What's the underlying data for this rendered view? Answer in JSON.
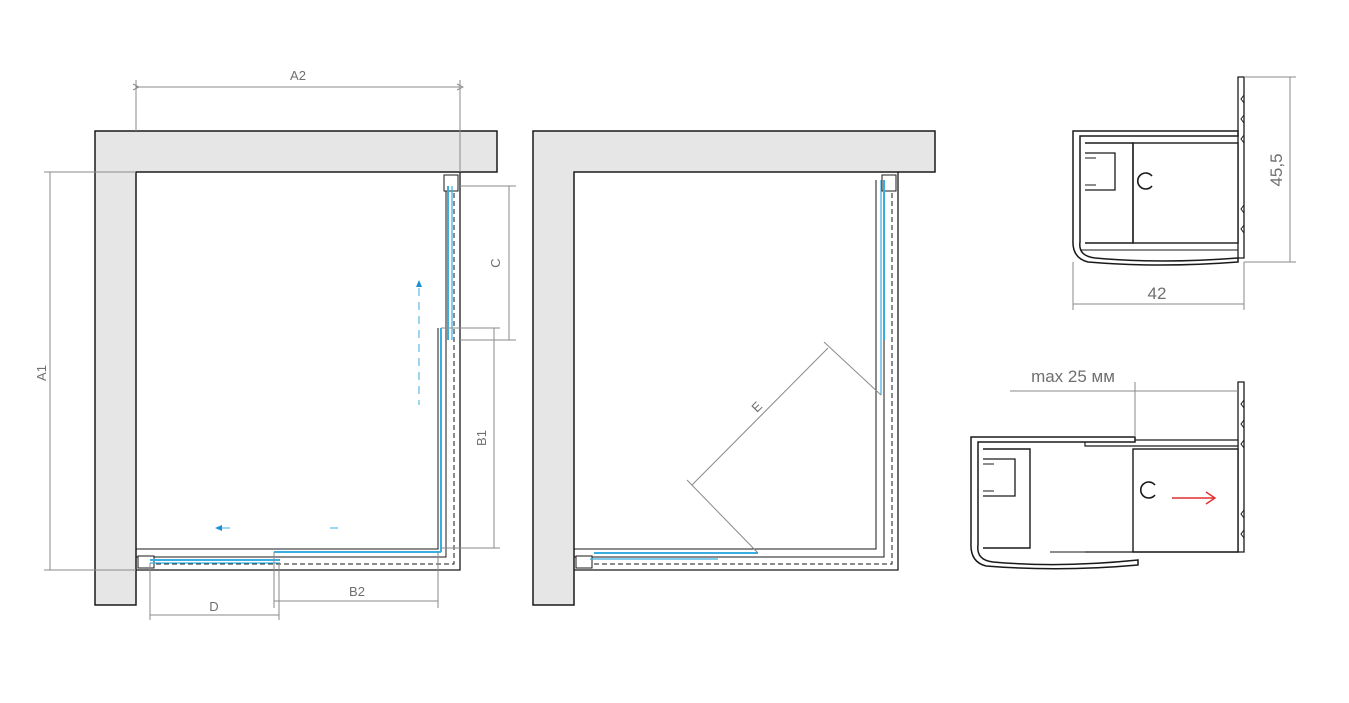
{
  "labels": {
    "a1": "A1",
    "a2": "A2",
    "b1": "B1",
    "b2": "B2",
    "c": "C",
    "d": "D",
    "e": "E",
    "profile_width": "42",
    "profile_height": "45,5",
    "max_offset": "max 25 мм"
  },
  "colors": {
    "wall_fill": "#e6e6e6",
    "line": "#1a1a1a",
    "dimension": "#8a8a8a",
    "glass": "#3aaee0",
    "arrow_blue": "#1c8fd6",
    "arrow_red": "#e03030"
  }
}
